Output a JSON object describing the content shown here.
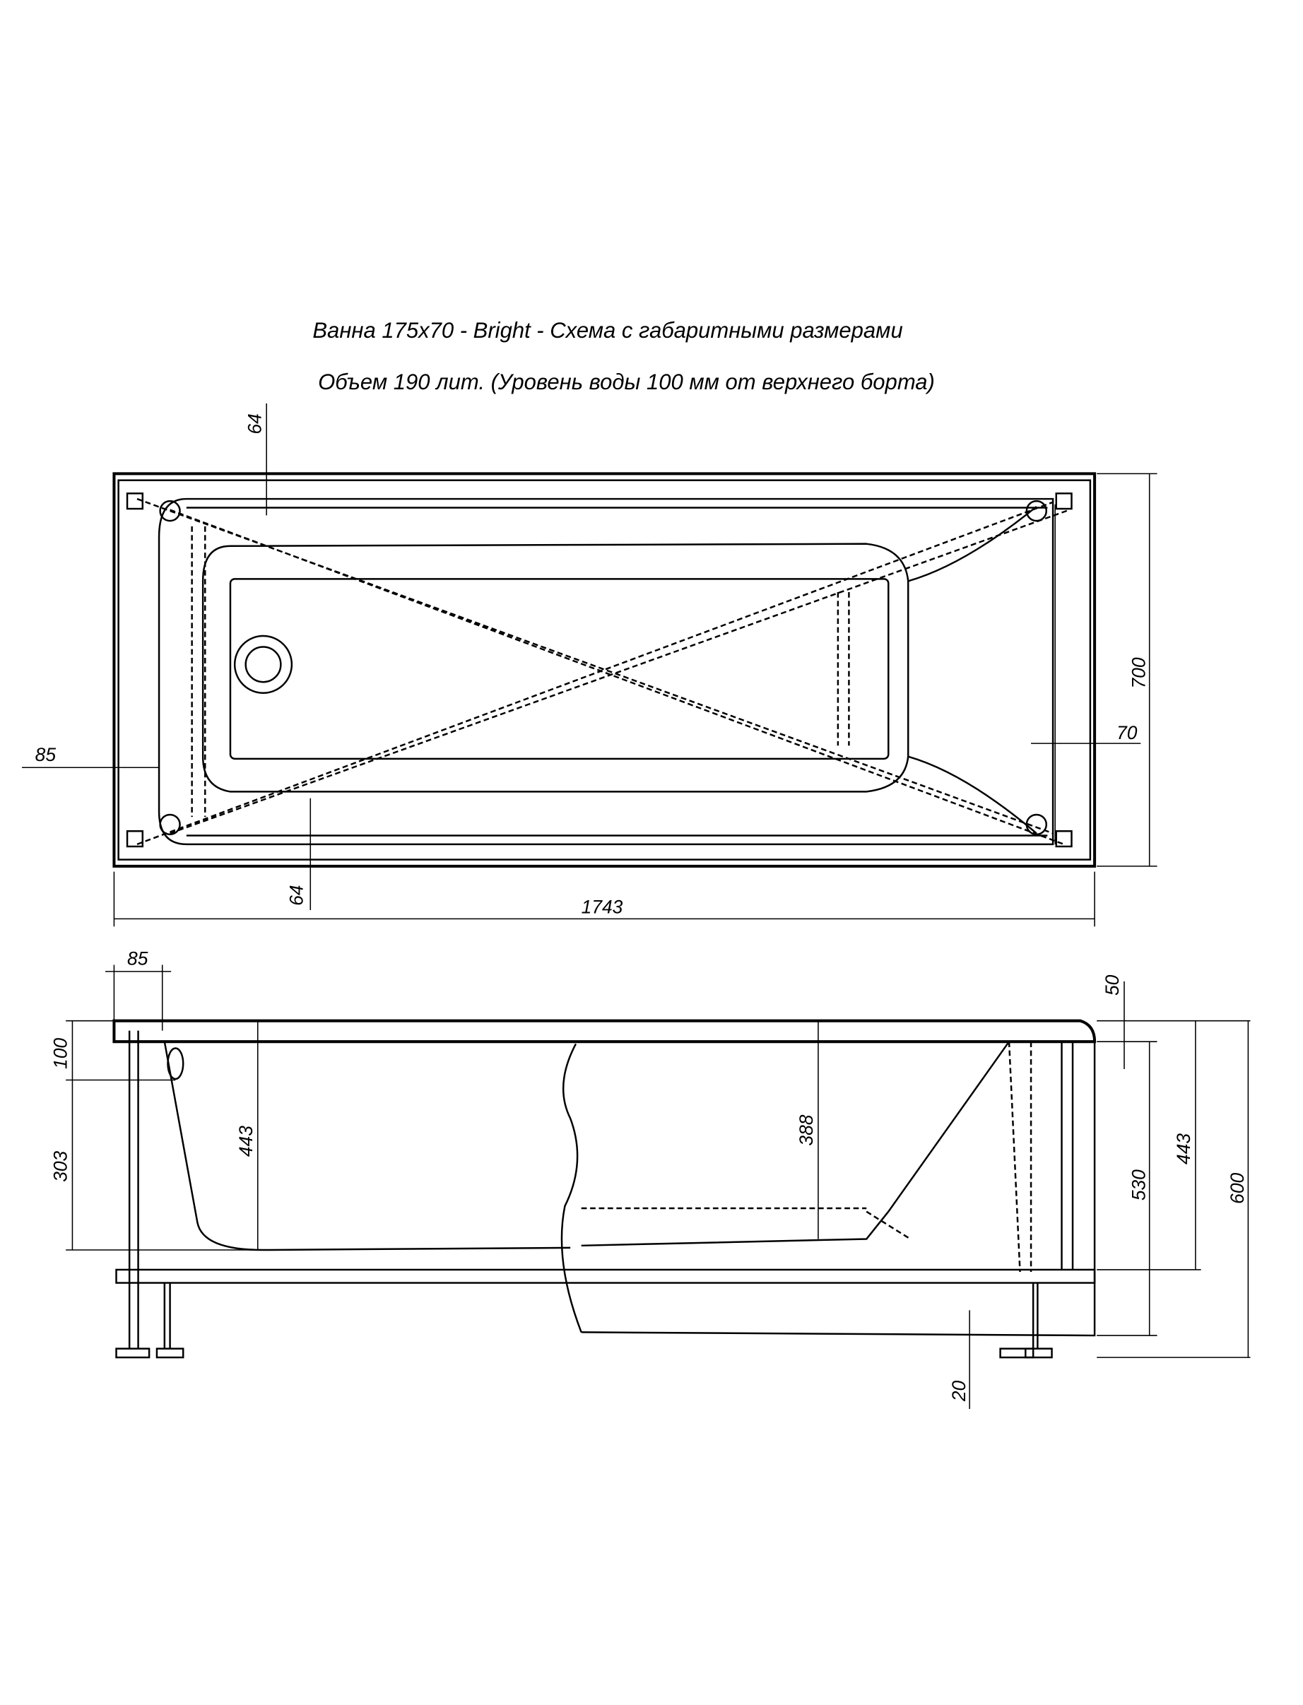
{
  "title": "Ванна 175x70 - Bright - Схема с габаритными размерами",
  "subtitle": "Объем 190 лит. (Уровень воды 100 мм от верхнего борта)",
  "top_view": {
    "dims": {
      "rim_top": "64",
      "width": "700",
      "end_offset": "70",
      "head_offset": "85",
      "rim_bottom": "64",
      "length": "1743"
    }
  },
  "side_view": {
    "dims": {
      "rim_head": "85",
      "rim_thickness": "50",
      "overflow": "100",
      "depth_head": "443",
      "depth_foot": "388",
      "leg_height": "303",
      "frame_height": "530",
      "depth_total": "443",
      "total_height": "600",
      "foot_adjust": "20"
    }
  }
}
